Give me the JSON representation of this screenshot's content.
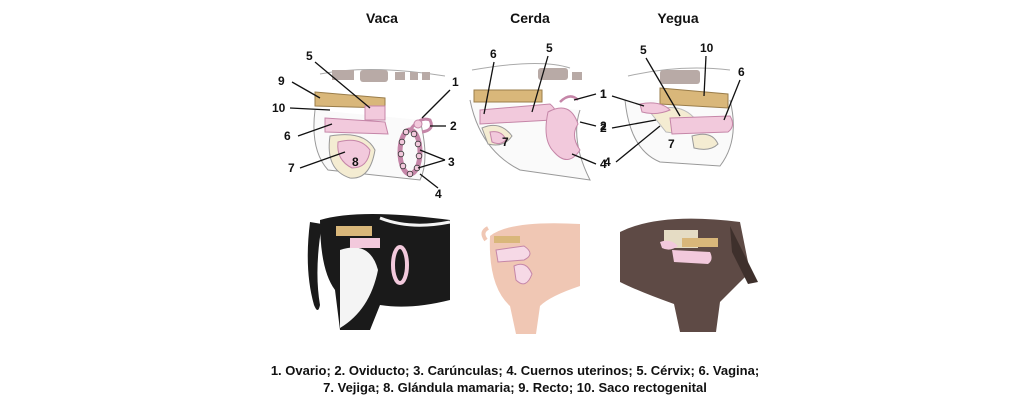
{
  "columns": [
    {
      "title": "Vaca"
    },
    {
      "title": "Cerda"
    },
    {
      "title": "Yegua"
    }
  ],
  "labels": {
    "vaca": [
      "9",
      "5",
      "10",
      "6",
      "7",
      "8",
      "1",
      "2",
      "3",
      "4"
    ],
    "cerda": [
      "6",
      "5",
      "7",
      "1",
      "2",
      "4"
    ],
    "yegua": [
      "5",
      "10",
      "6",
      "1",
      "2",
      "7",
      "4"
    ]
  },
  "legend": {
    "line1": "1. Ovario; 2. Oviducto; 3. Carúnculas; 4. Cuernos uterinos; 5. Cérvix; 6. Vagina;",
    "line2": "7. Vejiga; 8. Glándula mamaria;  9. Recto; 10. Saco rectogenital"
  },
  "colors": {
    "rectum": "#d9b77a",
    "organ_pink": "#f2c9dc",
    "organ_outline": "#c586a8",
    "bone": "#b8aaa6",
    "cream": "#f4ecd2",
    "cow_black": "#1a1a1a",
    "pig_skin": "#f0c7b4",
    "horse_brown": "#5e4a45"
  }
}
